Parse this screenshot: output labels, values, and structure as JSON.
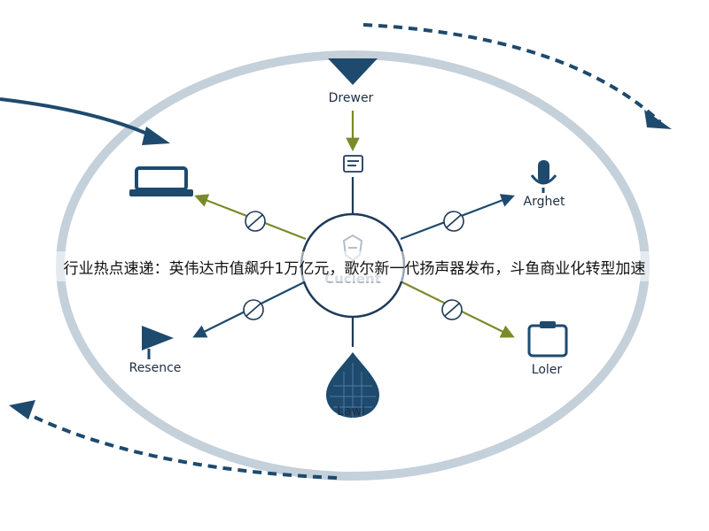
{
  "headline": "行业热点速递：英伟达市值飙升1万亿元，歌尔新一代扬声器发布，斗鱼商业化转型加速",
  "hub": {
    "label": "Cuclent",
    "icon": "shield-icon"
  },
  "nodes": {
    "top": {
      "label": "Drewer",
      "icon": "funnel-icon"
    },
    "top_right": {
      "label": "Arghet",
      "icon": "microphone-icon"
    },
    "bottom_right": {
      "label": "Loler",
      "icon": "clipboard-icon"
    },
    "bottom": {
      "label": "Lawl",
      "icon": "water-drop-icon"
    },
    "bottom_left": {
      "label": "Resence",
      "icon": "play-flag-icon"
    },
    "top_left": {
      "label": "",
      "icon": "laptop-icon"
    }
  },
  "colors": {
    "ring": "#bfccd7",
    "navy": "#1e4a6e",
    "olive": "#7a8a2a",
    "dark_navy": "#1e3a5a"
  }
}
